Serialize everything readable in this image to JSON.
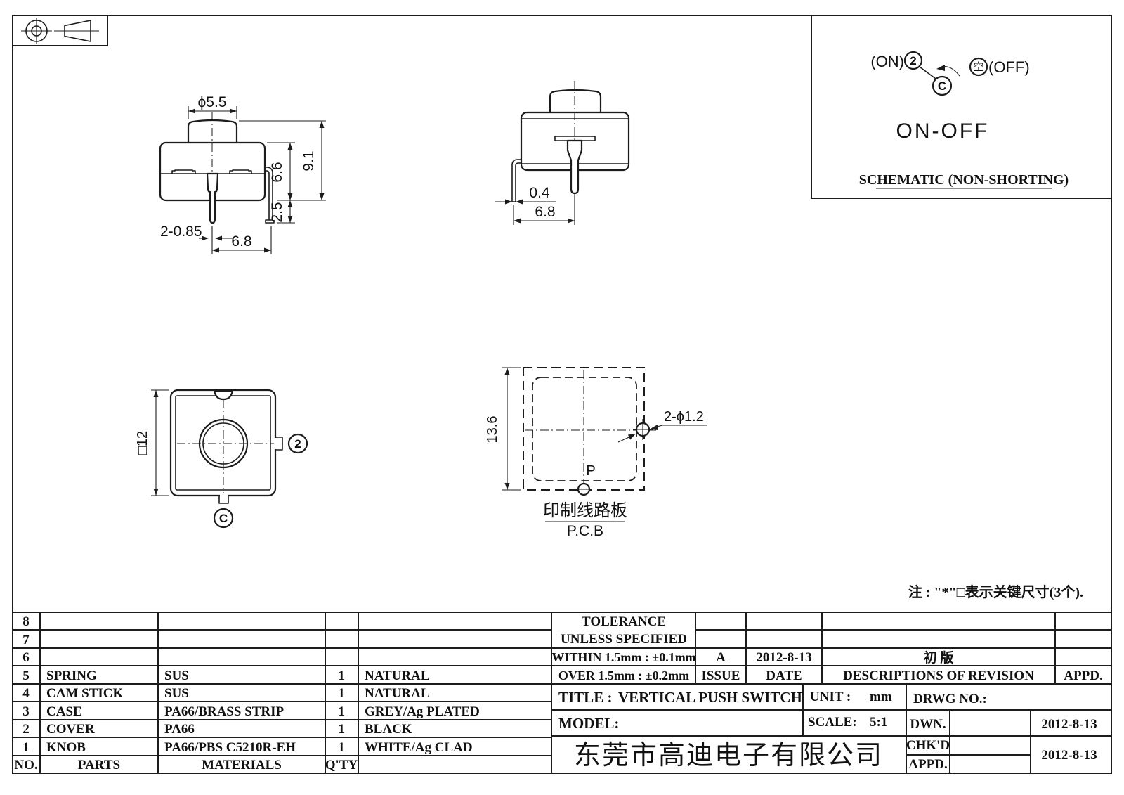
{
  "schematic": {
    "on": "(ON)",
    "pole": "2",
    "common": "C",
    "off_symbol": "空",
    "off": "(OFF)",
    "function": "ON-OFF",
    "caption": "SCHEMATIC (NON-SHORTING)"
  },
  "front_view": {
    "knob_dia": "ϕ5.5",
    "total_height": "9.1",
    "body_height": "6.6",
    "pin_extension": "2.5",
    "pin_size": "2-0.85",
    "pin_pitch": "6.8"
  },
  "side_view": {
    "pin_thickness": "0.4",
    "pin_pitch": "6.8"
  },
  "bottom_view": {
    "body_size": "□12",
    "terminal_2": "2",
    "terminal_c": "C"
  },
  "pcb_view": {
    "hole_pitch": "13.6",
    "hole_size": "2-ϕ1.2",
    "hole_p": "P",
    "caption_cn": "印制线路板",
    "caption_en": "P.C.B"
  },
  "note": "注 : \"*\"□表示关键尺寸(3个).",
  "parts_table": {
    "header": {
      "no": "NO.",
      "parts": "PARTS",
      "materials": "MATERIALS",
      "qty": "Q'TY",
      "color": ""
    },
    "rows": [
      {
        "no": "8",
        "parts": "",
        "materials": "",
        "qty": "",
        "color": ""
      },
      {
        "no": "7",
        "parts": "",
        "materials": "",
        "qty": "",
        "color": ""
      },
      {
        "no": "6",
        "parts": "",
        "materials": "",
        "qty": "",
        "color": ""
      },
      {
        "no": "5",
        "parts": "SPRING",
        "materials": "SUS",
        "qty": "1",
        "color": "NATURAL"
      },
      {
        "no": "4",
        "parts": "CAM STICK",
        "materials": "SUS",
        "qty": "1",
        "color": "NATURAL"
      },
      {
        "no": "3",
        "parts": "CASE",
        "materials": "PA66/BRASS STRIP",
        "qty": "1",
        "color": "GREY/Ag PLATED"
      },
      {
        "no": "2",
        "parts": "COVER",
        "materials": "PA66",
        "qty": "1",
        "color": "BLACK"
      },
      {
        "no": "1",
        "parts": "KNOB",
        "materials": "PA66/PBS C5210R-EH",
        "qty": "1",
        "color": "WHITE/Ag CLAD"
      }
    ]
  },
  "tolerance": {
    "line1": "TOLERANCE",
    "line2": "UNLESS  SPECIFIED",
    "within": "WITHIN 1.5mm : ±0.1mm",
    "over": "OVER 1.5mm : ±0.2mm"
  },
  "revision": {
    "issue_value": "A",
    "date_value": "2012-8-13",
    "issue_label": "ISSUE",
    "date_label": "DATE",
    "desc_value": "初  版",
    "desc_label": "DESCRIPTIONS OF REVISION",
    "appd_label": "APPD."
  },
  "title_block": {
    "title_label": "TITLE :",
    "title_value": "VERTICAL PUSH SWITCH",
    "model_label": "MODEL:",
    "unit_label": "UNIT :",
    "unit_value": "mm",
    "scale_label": "SCALE:",
    "scale_value": "5:1",
    "drwg_label": "DRWG NO.:",
    "dwn_label": "DWN.",
    "chkd_label": "CHK'D",
    "appd_label": "APPD.",
    "dwn_date": "2012-8-13",
    "chkd_date": "2012-8-13",
    "company": "东莞市高迪电子有限公司"
  }
}
